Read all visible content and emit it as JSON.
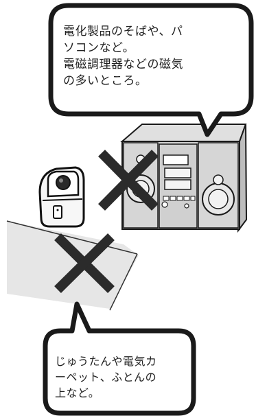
{
  "top_bubble": {
    "lines": [
      "電化製品のそばや、パ",
      "ソコンなど。",
      "電磁調理器などの磁気",
      "の多いところ。"
    ]
  },
  "bottom_bubble": {
    "lines": [
      "じゅうたんや電気カ",
      "ーペット、ふとんの",
      "上など。"
    ]
  },
  "colors": {
    "outline": "#1a1a1a",
    "cross": "#2b2b2b",
    "floor": "#e6e6e6",
    "stereo_body": "#cfcfcf"
  }
}
